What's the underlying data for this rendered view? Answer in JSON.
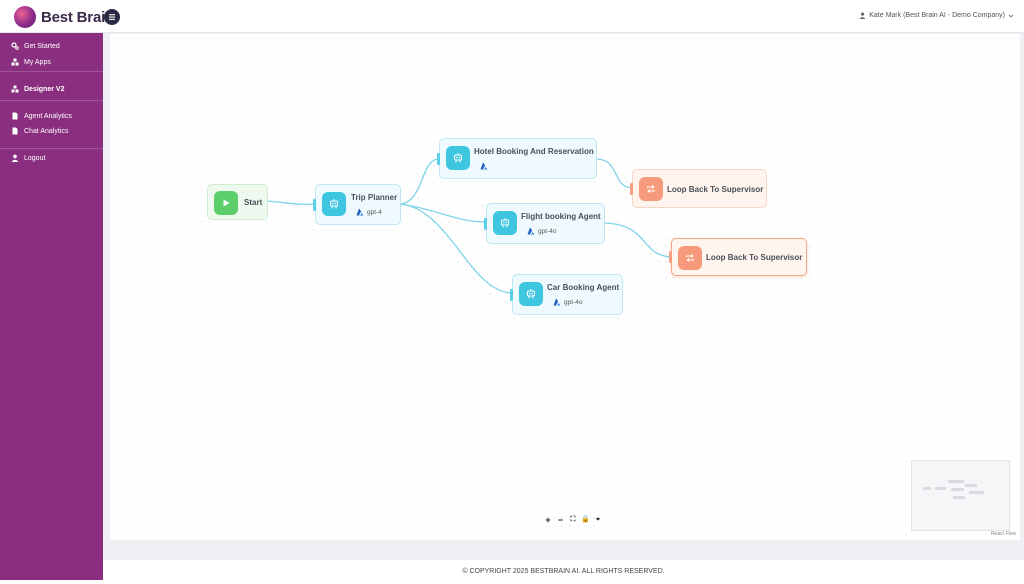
{
  "app": {
    "brand": "Best Brain",
    "menu_icon": "hamburger-icon",
    "user_label": "Kate Mark (Best Brain AI - Demo Company)"
  },
  "sidebar": {
    "items": [
      {
        "label": "Get Started",
        "icon": "gears-icon"
      },
      {
        "label": "My Apps",
        "icon": "cubes-icon"
      },
      {
        "label": "Designer V2",
        "icon": "cubes-icon"
      },
      {
        "label": "Agent Analytics",
        "icon": "file-icon"
      },
      {
        "label": "Chat Analytics",
        "icon": "file-icon"
      },
      {
        "label": "Logout",
        "icon": "user-icon"
      }
    ]
  },
  "flow": {
    "nodes": {
      "start": {
        "title": "Start"
      },
      "trip": {
        "title": "Trip Planner",
        "model": "gpt-4"
      },
      "hotel": {
        "title": "Hotel Booking And Reservation",
        "model": ""
      },
      "flight": {
        "title": "Flight booking Agent",
        "model": "gpt-4o"
      },
      "car": {
        "title": "Car Booking Agent",
        "model": "gpt-4o"
      },
      "loop1": {
        "title": "Loop Back To Supervisor"
      },
      "loop2": {
        "title": "Loop Back To Supervisor"
      }
    },
    "controls": [
      "+",
      "−",
      "⛶",
      "🔒",
      "⌖"
    ],
    "attribution": "React Flow"
  },
  "footer": {
    "copyright": "© COPYRIGHT 2025 BESTBRAIN AI. ALL RIGHTS RESERVED."
  },
  "colors": {
    "sidebar": "#8a2f7f",
    "agent_node": "#3ec6e0",
    "start_node": "#5ccf6a",
    "loop_node": "#f79a7c",
    "edge": "#7fd3e8"
  }
}
